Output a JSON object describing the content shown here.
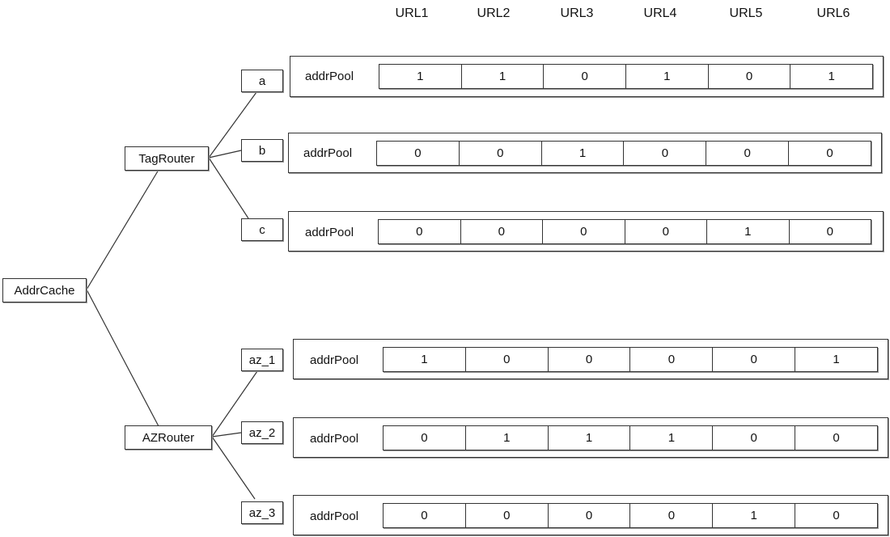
{
  "columns": [
    "URL1",
    "URL2",
    "URL3",
    "URL4",
    "URL5",
    "URL6"
  ],
  "root": "AddrCache",
  "routers": [
    {
      "name": "TagRouter",
      "children": [
        {
          "key": "a",
          "label": "addrPool",
          "values": [
            "1",
            "1",
            "0",
            "1",
            "0",
            "1"
          ]
        },
        {
          "key": "b",
          "label": "addrPool",
          "values": [
            "0",
            "0",
            "1",
            "0",
            "0",
            "0"
          ]
        },
        {
          "key": "c",
          "label": "addrPool",
          "values": [
            "0",
            "0",
            "0",
            "0",
            "1",
            "0"
          ]
        }
      ]
    },
    {
      "name": "AZRouter",
      "children": [
        {
          "key": "az_1",
          "label": "addrPool",
          "values": [
            "1",
            "0",
            "0",
            "0",
            "0",
            "1"
          ]
        },
        {
          "key": "az_2",
          "label": "addrPool",
          "values": [
            "0",
            "1",
            "1",
            "1",
            "0",
            "0"
          ]
        },
        {
          "key": "az_3",
          "label": "addrPool",
          "values": [
            "0",
            "0",
            "0",
            "0",
            "1",
            "0"
          ]
        }
      ]
    }
  ],
  "colors": {
    "line": "#333333",
    "border": "#333333",
    "background": "#ffffff"
  }
}
